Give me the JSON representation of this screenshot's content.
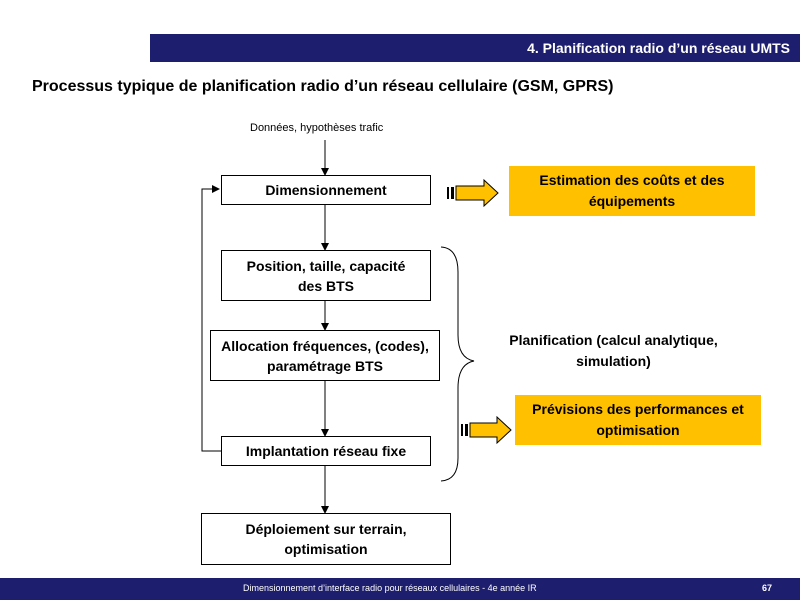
{
  "header": {
    "section_title": "4. Planification radio d’un réseau UMTS"
  },
  "page": {
    "title": "Processus typique de planification radio d’un réseau cellulaire (GSM, GPRS)"
  },
  "diagram": {
    "input_label": "Données, hypothèses trafic",
    "steps": [
      {
        "label": "Dimensionnement"
      },
      {
        "label": "Position, taille, capacité des BTS"
      },
      {
        "label": "Allocation fréquences, (codes), paramétrage BTS"
      },
      {
        "label": "Implantation réseau fixe"
      },
      {
        "label": "Déploiement sur terrain, optimisation"
      }
    ],
    "outputs": [
      {
        "label": "Estimation des coûts et des équipements",
        "color": "#ffc000"
      },
      {
        "label": "Prévisions des performances et optimisation",
        "color": "#ffc000"
      }
    ],
    "bracket_label": "Planification (calcul analytique, simulation)"
  },
  "footer": {
    "text": "Dimensionnement d’interface radio pour réseaux cellulaires - 4e année IR",
    "page_number": "67"
  },
  "colors": {
    "bar": "#1e1e6e",
    "arrow_fill": "#ffc000"
  }
}
